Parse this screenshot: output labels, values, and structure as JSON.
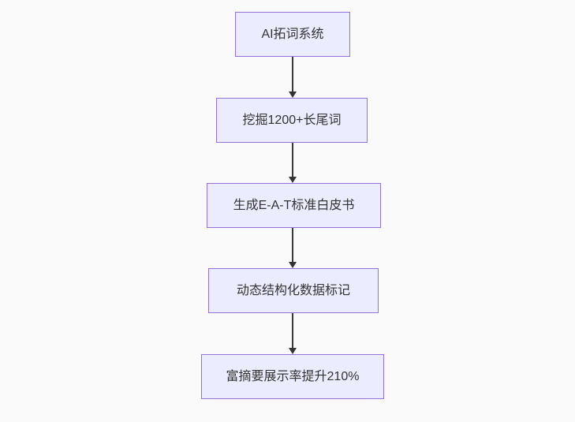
{
  "diagram": {
    "type": "flowchart-top-down",
    "background_color": "#fafafa",
    "node_fill_color": "#ECECFF",
    "node_border_color": "#9370DB",
    "text_color": "#333333",
    "arrow_color": "#333333",
    "nodes": [
      {
        "label": "AI拓词系统"
      },
      {
        "label": "挖掘1200+长尾词"
      },
      {
        "label": "生成E-A-T标准白皮书"
      },
      {
        "label": "动态结构化数据标记"
      },
      {
        "label": "富摘要展示率提升210%"
      }
    ],
    "edges": [
      {
        "from": 0,
        "to": 1
      },
      {
        "from": 1,
        "to": 2
      },
      {
        "from": 2,
        "to": 3
      },
      {
        "from": 3,
        "to": 4
      }
    ]
  }
}
